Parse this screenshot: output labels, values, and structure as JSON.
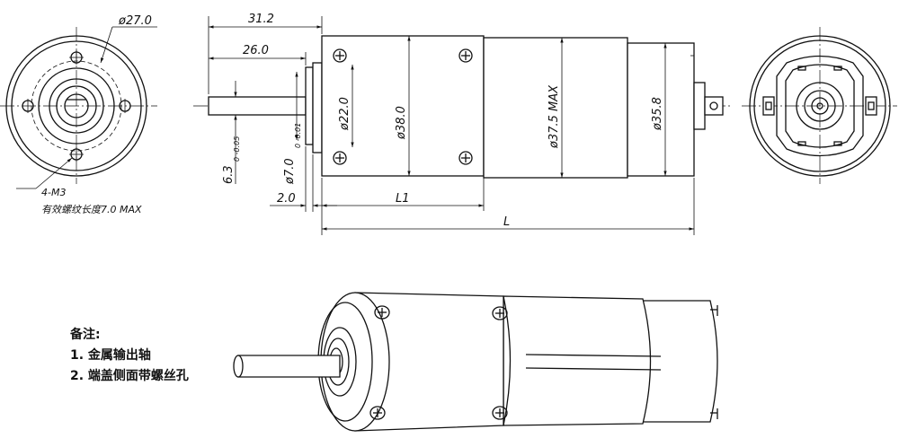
{
  "front_view": {
    "dim_pcd": "ø27.0",
    "hole_callout": "4-M3",
    "thread_note": "有效螺纹长度7.0 MAX"
  },
  "side_view": {
    "dim_overall_shaft": "31.2",
    "dim_shaft": "26.0",
    "dim_shaft_dia": "6.3",
    "dim_shaft_dia_tol": "0 -0.05",
    "dim_boss_dia": "ø7.0",
    "dim_boss_dia_tol": "0 -0.01",
    "dim_pilot_dia": "ø22.0",
    "dim_gearbox_dia": "ø38.0",
    "dim_motor_dia": "ø37.5 MAX",
    "dim_motor_end_dia": "ø35.8",
    "dim_flange": "2.0",
    "dim_l1": "L1",
    "dim_l": "L"
  },
  "notes": {
    "title": "备注:",
    "item1": "1. 金属输出轴",
    "item2": "2. 端盖侧面带螺丝孔"
  }
}
